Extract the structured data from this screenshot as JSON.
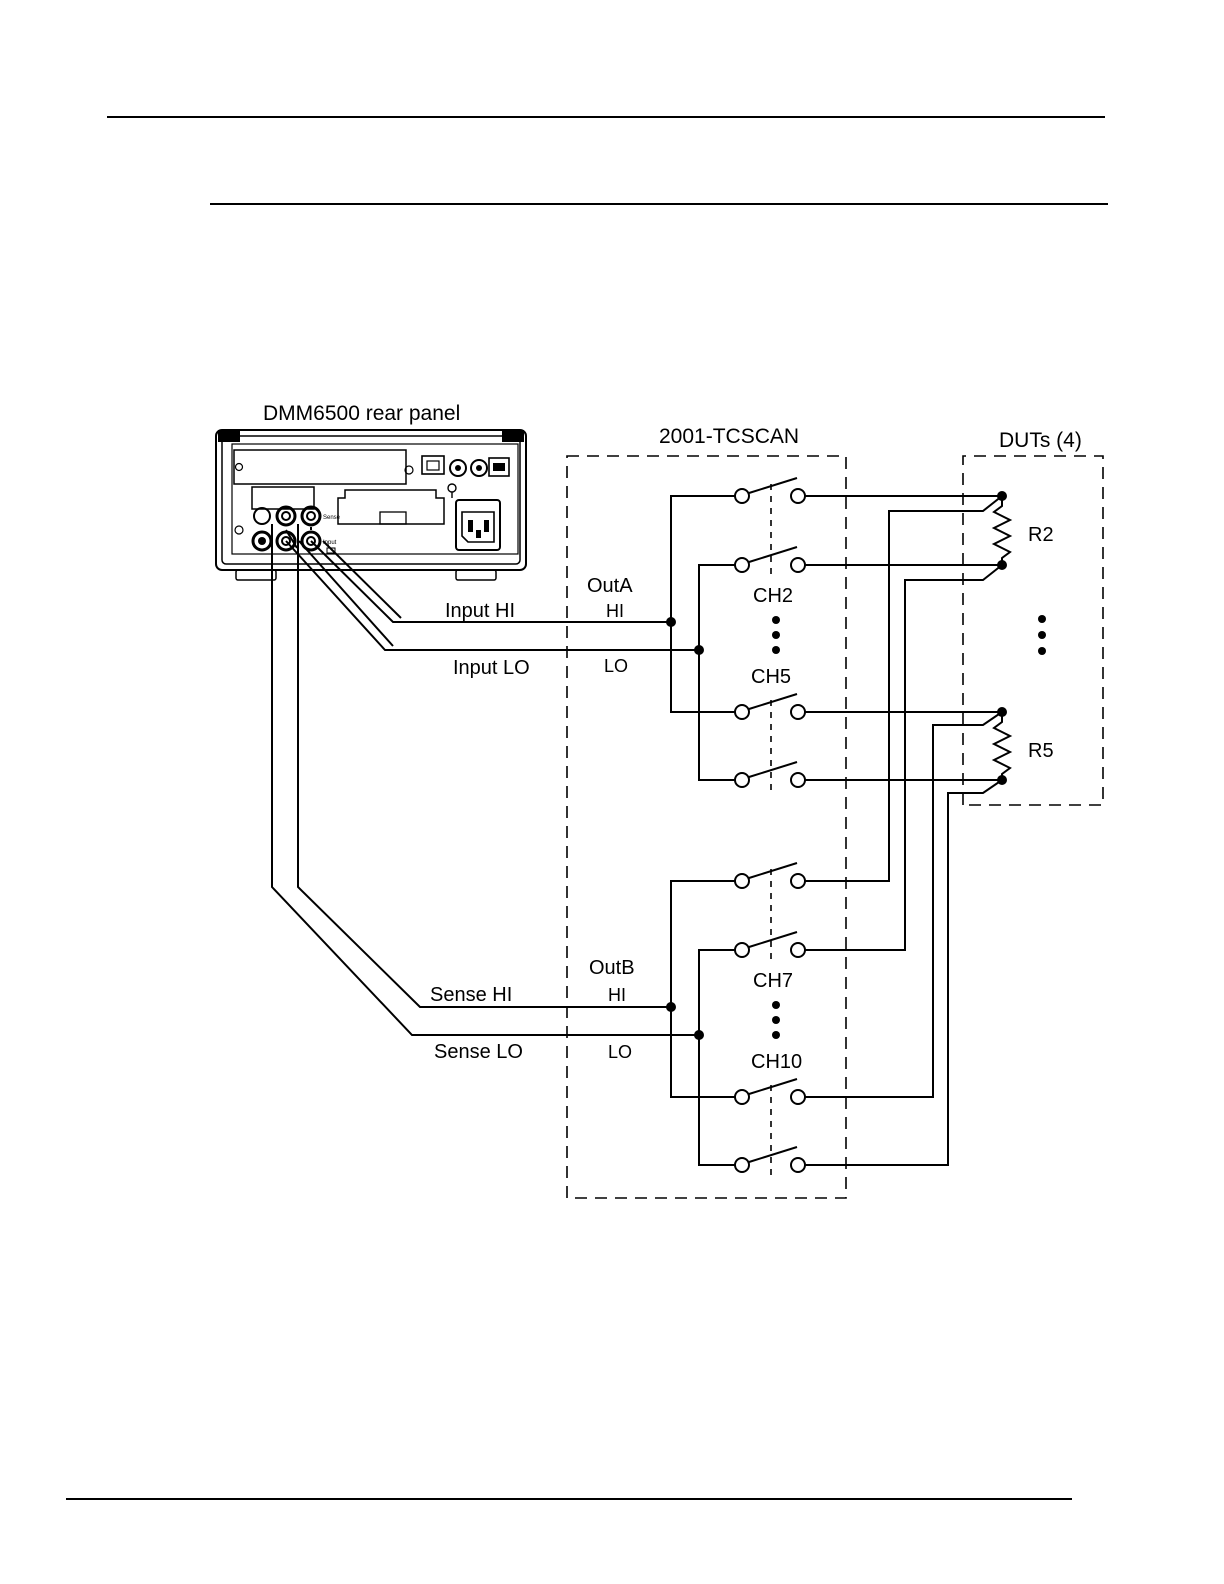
{
  "diagram": {
    "instrument_label": "DMM6500 rear panel",
    "scanner_label": "2001-TCSCAN",
    "duts_label": "DUTs (4)",
    "out_a": "OutA",
    "out_b": "OutB",
    "hi": "HI",
    "lo": "LO",
    "input_hi": "Input  HI",
    "input_lo": "Input LO",
    "sense_hi": "Sense  HI",
    "sense_lo": "Sense LO",
    "channels": [
      "CH2",
      "CH5",
      "CH7",
      "CH10"
    ],
    "resistors": [
      "R2",
      "R5"
    ],
    "panel_sense": "Sense",
    "panel_input": "Input"
  }
}
